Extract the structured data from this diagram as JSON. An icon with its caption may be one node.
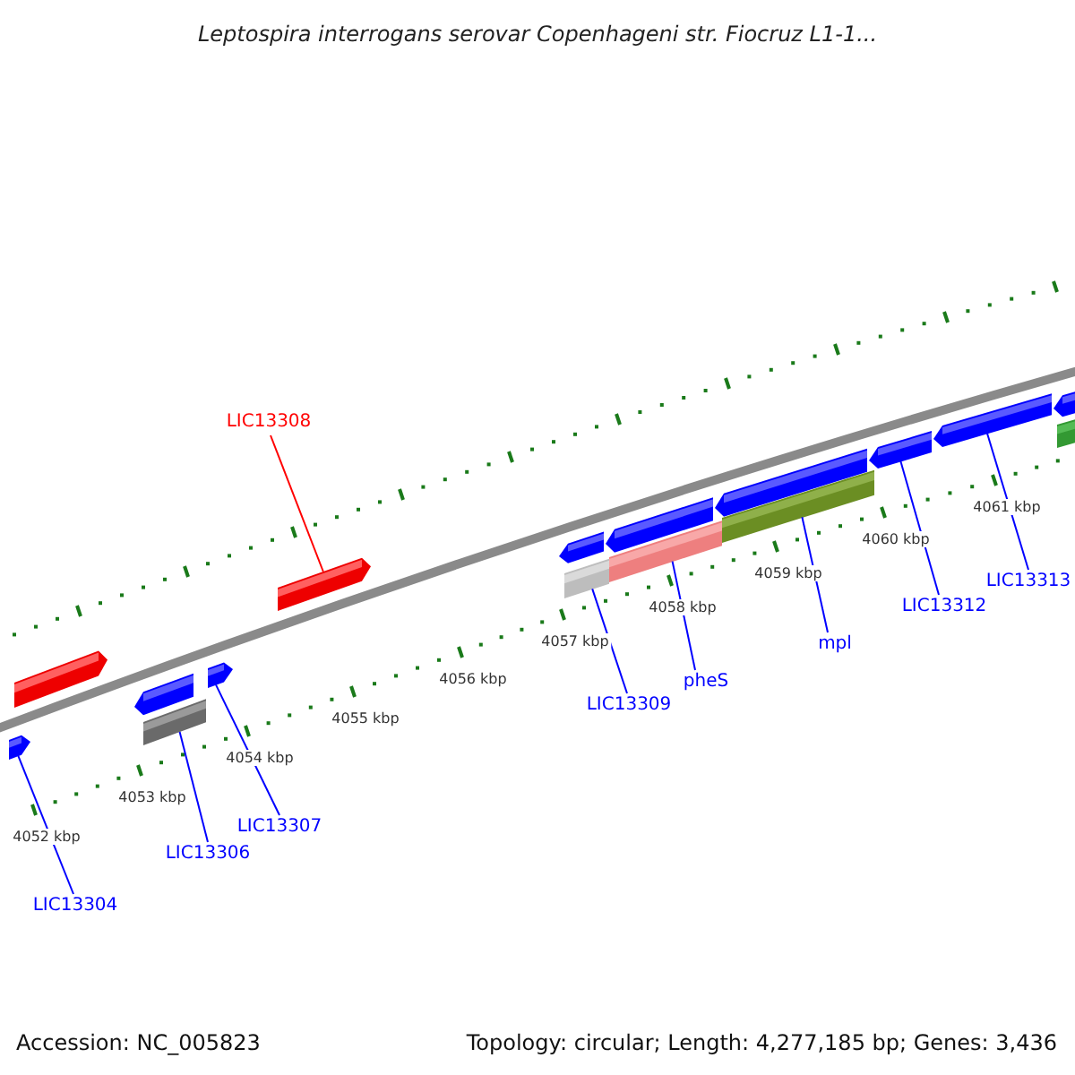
{
  "diagram": {
    "title": "Leptospira interrogans serovar Copenhageni str. Fiocruz L1-1...",
    "nodes": [
      {
        "text": [],
        "shape": "arrow"
      },
      {
        "text": [],
        "shape": "arrow"
      },
      {
        "text": [],
        "shape": "arrow"
      },
      {
        "text": [],
        "shape": "bar"
      },
      {
        "text": [],
        "shape": "arrow"
      },
      {
        "text": [],
        "shape": "arrow"
      },
      {
        "text": [],
        "shape": "arrow"
      },
      {
        "text": [],
        "shape": "bar"
      },
      {
        "text": [],
        "shape": "arrow"
      },
      {
        "text": [],
        "shape": "bar"
      },
      {
        "text": [],
        "shape": "arrow"
      },
      {
        "text": [],
        "shape": "bar"
      },
      {
        "text": [],
        "shape": "arrow"
      },
      {
        "text": [],
        "shape": "arrow"
      },
      {
        "text": [],
        "shape": "arrow"
      },
      {
        "text": [],
        "shape": "bar"
      },
      {
        "text": [
          "LIC13308"
        ]
      },
      {
        "text": [
          "LIC13313"
        ]
      },
      {
        "text": [
          "LIC13312"
        ]
      },
      {
        "text": [
          "mpl"
        ]
      },
      {
        "text": [
          "pheS"
        ]
      },
      {
        "text": [
          "LIC13309"
        ]
      },
      {
        "text": [
          "LIC13307"
        ]
      },
      {
        "text": [
          "LIC13306"
        ]
      },
      {
        "text": [
          "LIC13304"
        ]
      }
    ],
    "edges": [
      {
        "from": 16,
        "to": 5,
        "arrow": "none",
        "color": "#ff0000"
      },
      {
        "from": 17,
        "to": 13,
        "arrow": "none"
      },
      {
        "from": 18,
        "to": 12,
        "arrow": "none"
      },
      {
        "from": 19,
        "to": 11,
        "arrow": "none"
      },
      {
        "from": 20,
        "to": 9,
        "arrow": "none"
      },
      {
        "from": 21,
        "to": 7,
        "arrow": "none"
      },
      {
        "from": 22,
        "to": 4,
        "arrow": "none"
      },
      {
        "from": 23,
        "to": 3,
        "arrow": "none"
      },
      {
        "from": 24,
        "to": 0,
        "arrow": "none"
      }
    ],
    "labels": [
      "4052 kbp",
      "4053 kbp",
      "4054 kbp",
      "4055 kbp",
      "4056 kbp",
      "4057 kbp",
      "4058 kbp",
      "4059 kbp",
      "4060 kbp",
      "4061 kbp",
      "Accession: NC_005823",
      "Topology: circular; Length: 4,277,185 bp; Genes: 3,436"
    ]
  }
}
